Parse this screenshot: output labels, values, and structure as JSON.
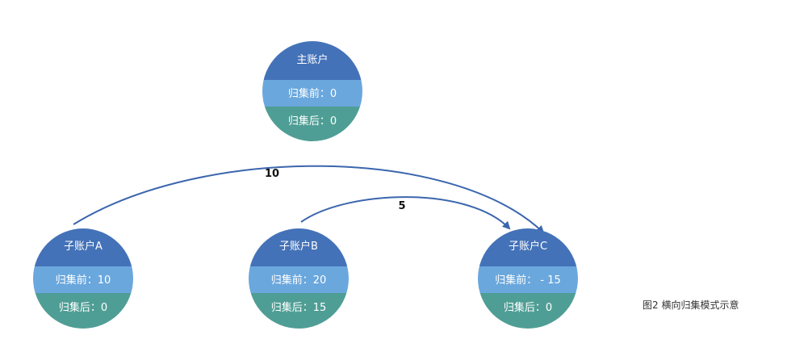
{
  "colors": {
    "header": "#4472b8",
    "before": "#6aa7dd",
    "after": "#4f9e95",
    "arrow": "#3b66ad",
    "arrow_label": "#111111",
    "node_text": "#ffffff"
  },
  "nodes": [
    {
      "id": "main",
      "title": "主账户",
      "before": "归集前：0",
      "after": "归集后：0"
    },
    {
      "id": "a",
      "title": "子账户A",
      "before": "归集前：10",
      "after": "归集后：0"
    },
    {
      "id": "b",
      "title": "子账户B",
      "before": "归集前：20",
      "after": "归集后：15"
    },
    {
      "id": "c",
      "title": "子账户C",
      "before": "归集前： - 15",
      "after": "归集后：0"
    }
  ],
  "edges": [
    {
      "from": "a",
      "to": "c",
      "label": "10"
    },
    {
      "from": "b",
      "to": "c",
      "label": "5"
    }
  ],
  "caption": "图2  横向归集模式示意"
}
